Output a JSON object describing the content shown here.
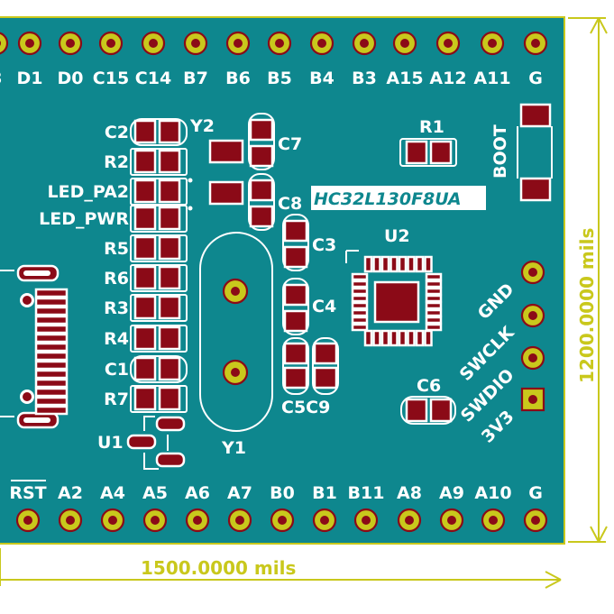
{
  "board": {
    "top_pins": [
      "3",
      "D1",
      "D0",
      "C15",
      "C14",
      "B7",
      "B6",
      "B5",
      "B4",
      "B3",
      "A15",
      "A12",
      "A11",
      "G"
    ],
    "bottom_pins": [
      "RST",
      "A2",
      "A4",
      "A5",
      "A6",
      "A7",
      "B0",
      "B1",
      "B11",
      "A8",
      "A9",
      "A10",
      "G"
    ],
    "swd_pins": [
      "GND",
      "SWCLK",
      "SWDIO",
      "3V3"
    ],
    "left_components": [
      "C2",
      "R2",
      "LED_PA2",
      "LED_PWR",
      "R5",
      "R6",
      "R3",
      "R4",
      "C1",
      "R7"
    ],
    "labels": {
      "y2": "Y2",
      "y1": "Y1",
      "u1": "U1",
      "u2": "U2",
      "c7": "C7",
      "c8": "C8",
      "c3": "C3",
      "c4": "C4",
      "c5c9": "C5C9",
      "c6": "C6",
      "r1": "R1",
      "boot": "BOOT",
      "chip": "HC32L130F8UA"
    }
  },
  "dimensions": {
    "width_label": "1500.0000 mils",
    "height_label": "1200.0000 mils"
  },
  "colors": {
    "board": "#0e878e",
    "pad": "#8b0a17",
    "silkscreen": "#ffffff",
    "dimension": "#c9c81c"
  }
}
